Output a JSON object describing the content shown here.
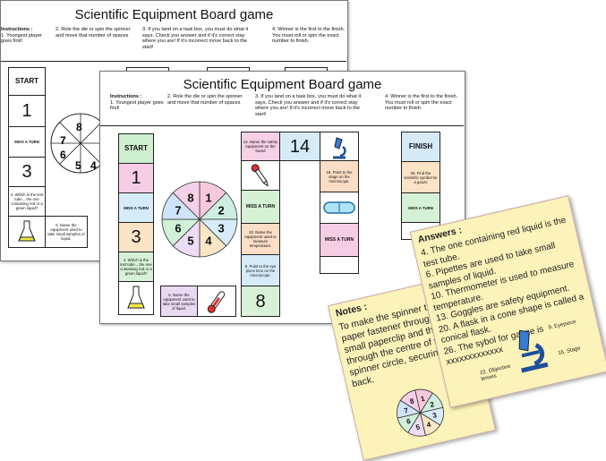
{
  "back_sheet": {
    "title": "Scientific Equipment Board game",
    "instructions_heading": "Instructions :",
    "instr1": "1. Youngest player goes first!",
    "instr2": "2. Role the die or spin the spinner and move that number of spaces",
    "instr3": "3. If you land on a task box, you must do what it says. Check you answer and if it's correct stay where you are! If it's incorrect move back to the start!",
    "instr4": "4. Winner is the first to the finish. You must roll or spin the exact number to finish.",
    "start": "START",
    "sq1": "1",
    "miss": "MISS A TURN",
    "sq3": "3",
    "task4": "4. Which is the test tube... the one containing red or a green liquid?",
    "task6": "6. Name the equipment used to take small samples of liquid."
  },
  "front_sheet": {
    "title": "Scientific Equipment Board game",
    "instructions_heading": "Instructions :",
    "instr1": "1. Youngest player goes first!",
    "instr2": "2. Role the die or spin the spinner and move that number of spaces",
    "instr3": "3. If you land on a task box, you must do what it says. Check you answer and if it's correct stay where you are! If it's incorrect move back to the start!",
    "instr4": "4. Winner is the first to the finish. You must roll or spin the exact number to finish.",
    "start": "START",
    "finish": "FINISH",
    "sq1": "1",
    "sq3": "3",
    "sq8": "8",
    "sq14": "14",
    "miss_a": "MISS A TURN",
    "miss_b": "MISS A TURN",
    "miss_c": "MISS A TURN",
    "task4": "4. Which is the test tube... the one containing red or a green liquid?",
    "task6": "6. Name the equipment used to take small samples of liquid.",
    "task9": "9. Point to the eye piece lens on the microscope.",
    "task10": "10. Name the equipment used to measure temperature.",
    "task13": "13. Name the safety equipment on the board",
    "task16": "16. Point to the stage on the microscope.",
    "task26": "26. Find the scientific symbol for a gauze"
  },
  "spinner": {
    "numbers": [
      "1",
      "2",
      "3",
      "4",
      "5",
      "6",
      "7",
      "8"
    ],
    "colors": [
      "#f7c9dd",
      "#cdeee0",
      "#d7ecf8",
      "#fbe6c6",
      "#eddcf5",
      "#d0f0d8",
      "#cfe3fa",
      "#f6d0e6"
    ]
  },
  "notes": {
    "title": "Notes :",
    "text": "To make the spinner thread a paper fastener through a small paperclip and then through the centre of the spinner circle, securing at the back."
  },
  "answers": {
    "title": "Answers :",
    "a4": "4. The one containing red liquid is the test tube.",
    "a6": "6. Pipettes are used to take small samples of liquid.",
    "a10": "10. Thermometer is used to measure temperature.",
    "a13": "13. Goggles are safety equipment.",
    "a20": "20. A flask in a cone shape is called a conical flask.",
    "a26": "26. The sybol for gauze is xxxxxxxxxxxxx",
    "label_eyepiece": "9. Eyepiece",
    "label_stage": "16. Stage",
    "label_objective": "22. Objective lenses"
  }
}
